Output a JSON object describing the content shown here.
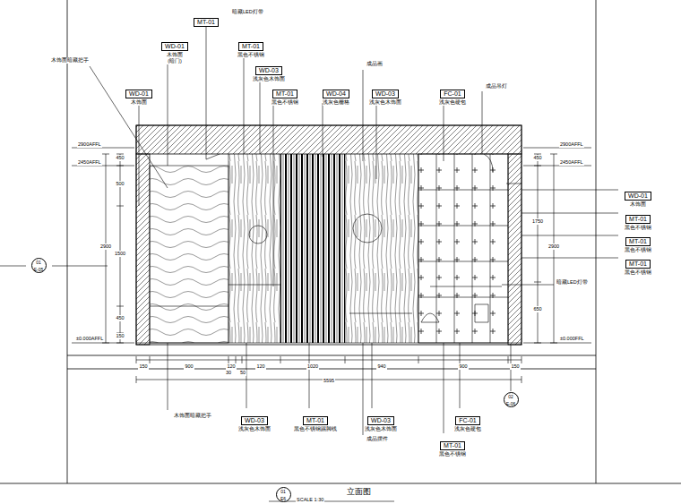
{
  "diagram": {
    "title": "立面图",
    "nodes": [
      {
        "text": [
          "WD-01",
          "木饰面"
        ]
      },
      {
        "text": [
          "WD-01",
          "木饰面",
          "(暗门)"
        ]
      },
      {
        "text": [
          "MT-01"
        ]
      },
      {
        "text": [
          "MT-01",
          "黑色不锈钢"
        ]
      },
      {
        "text": [
          "WD-03",
          "浅灰色木饰面"
        ]
      },
      {
        "text": [
          "MT-01",
          "黑色不锈钢"
        ]
      },
      {
        "text": [
          "WD-04",
          "浅灰色栅格"
        ]
      },
      {
        "text": [
          "WD-03",
          "浅灰色木饰面"
        ]
      },
      {
        "text": [
          "FC-01",
          "浅灰色硬包"
        ]
      },
      {
        "text": [
          "WD-01",
          "木饰面"
        ]
      },
      {
        "text": [
          "MT-01",
          "黑色不锈钢"
        ]
      },
      {
        "text": [
          "MT-01",
          "黑色不锈钢"
        ]
      },
      {
        "text": [
          "MT-01",
          "黑色不锈钢"
        ]
      },
      {
        "text": [
          "WD-03",
          "浅灰色木饰面"
        ]
      },
      {
        "text": [
          "MT-01",
          "黑色不锈钢踢脚线"
        ]
      },
      {
        "text": [
          "WD-03",
          "浅灰色木饰面"
        ]
      },
      {
        "text": [
          "FC-01",
          "浅灰色硬包"
        ]
      },
      {
        "text": [
          "MT-01",
          "黑色不锈钢"
        ]
      },
      {
        "text": [
          "01",
          "E6"
        ]
      },
      {
        "text": [
          "01",
          "E-05"
        ]
      },
      {
        "text": [
          "02",
          "E-06"
        ]
      }
    ],
    "labels": [
      "木饰面暗藏把手",
      "暗藏LED灯带",
      "成品画",
      "成品吊灯",
      "暗藏LED灯带",
      "木饰面暗藏把手",
      "成品摆件",
      "2900AFFL",
      "2450AFFL",
      "±0.000AFFL",
      "2900AFFL",
      "2450AFFL",
      "±0.000FFL",
      "450",
      "500",
      "2900",
      "1500",
      "450",
      "150",
      "450",
      "1750",
      "2900",
      "650",
      "150",
      "900",
      "120",
      "30",
      "50",
      "120",
      "1020",
      "940",
      "900",
      "150",
      "5595",
      "SCALE 1:30"
    ]
  }
}
